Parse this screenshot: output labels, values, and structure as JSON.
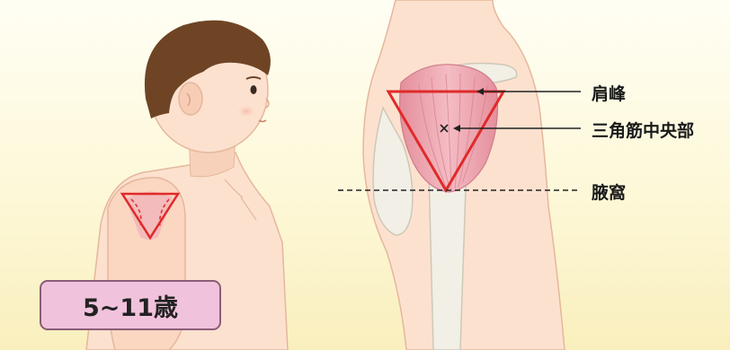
{
  "labels": {
    "acromion": "肩峰",
    "deltoid_center": "三角筋中央部",
    "axilla": "腋窩"
  },
  "badge": {
    "age": "5~11歳"
  },
  "colors": {
    "skin": "#fde1cf",
    "skin_shadow": "#f3c7ae",
    "hair": "#6e4424",
    "muscle": "#e9a2ad",
    "triangle": "#e02a2a",
    "bone": "#f1efe6",
    "badge_fill": "#f1c2dc",
    "badge_border": "#8a5d78"
  },
  "icons": {
    "injection_site_marker": "x-mark-icon"
  }
}
